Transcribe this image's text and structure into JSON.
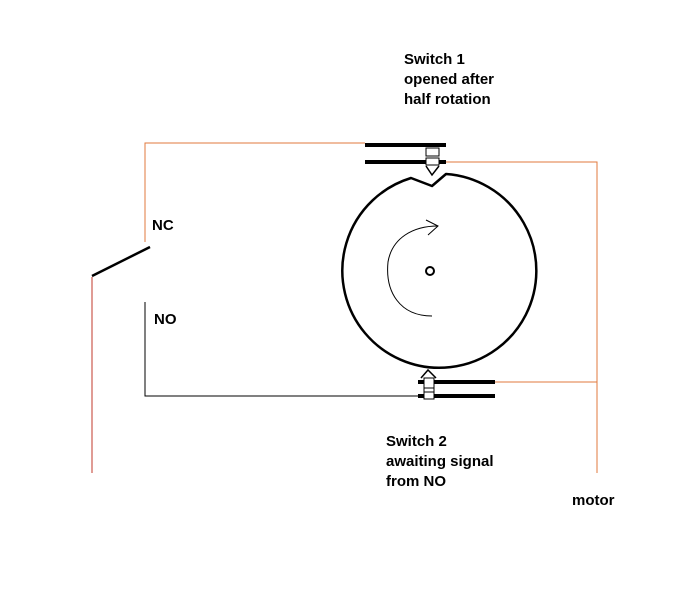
{
  "labels": {
    "switch1": [
      "Switch 1",
      "opened after",
      "half rotation"
    ],
    "switch2": [
      "Switch 2",
      "awaiting signal",
      "from NO"
    ],
    "nc": "NC",
    "no": "NO",
    "motor": "motor"
  },
  "colors": {
    "background": "#ffffff",
    "orange_wire": "#e07a3c",
    "red_wire": "#c0392b",
    "black": "#000000"
  }
}
